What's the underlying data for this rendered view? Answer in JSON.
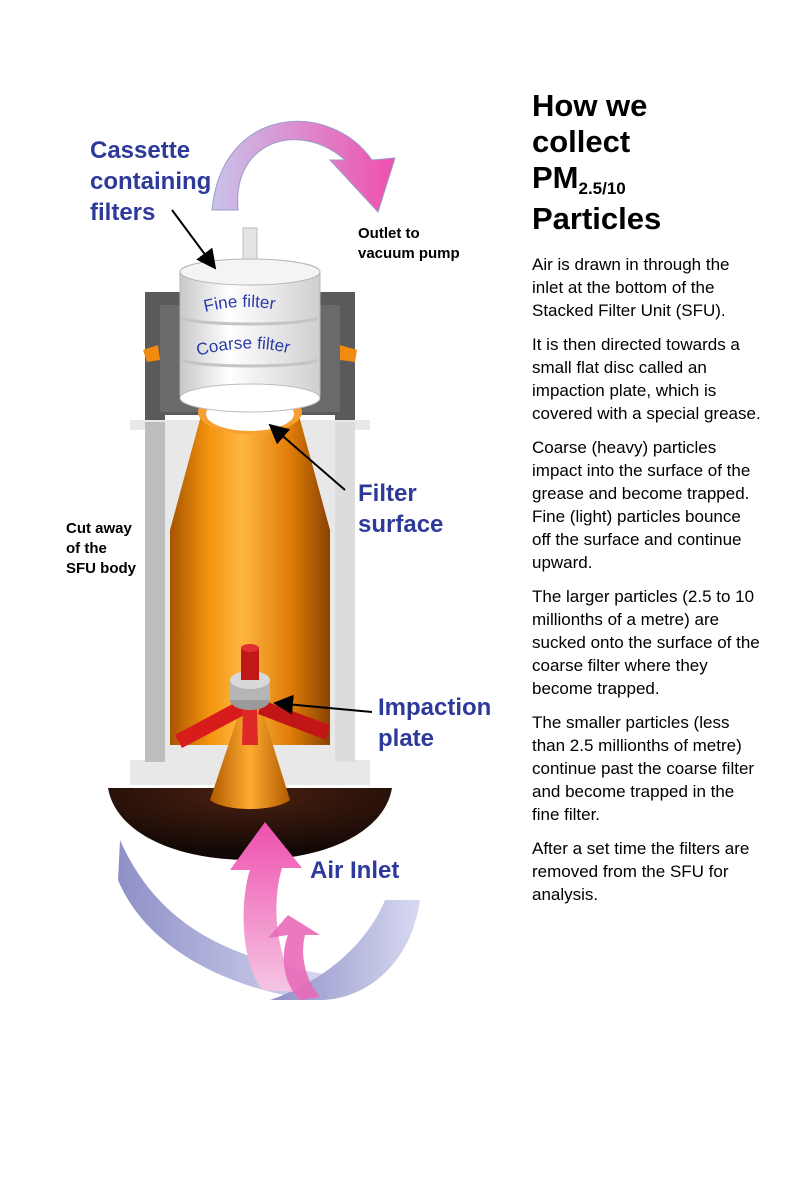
{
  "title": {
    "line1": "How we",
    "line2": "collect",
    "line3_main": "PM",
    "line3_sub": "2.5/10",
    "line4": "Particles"
  },
  "paragraphs": [
    "Air is drawn in through the inlet at the bottom of the Stacked Filter Unit (SFU).",
    "It is then directed towards a small flat disc called an impaction plate, which is covered with a special grease.",
    "Coarse (heavy) particles impact into the surface of the grease and become trapped. Fine (light) particles bounce off the surface and continue upward.",
    "The larger particles (2.5 to 10 millionths of a metre) are sucked onto the surface of the coarse filter where they become trapped.",
    "The smaller particles (less than 2.5 millionths of metre) continue past the coarse filter and become trapped in the fine filter.",
    "After a set time the filters are removed from the SFU for analysis."
  ],
  "labels": {
    "cassette": [
      "Cassette",
      "containing",
      "filters"
    ],
    "outlet": [
      "Outlet to",
      "vacuum pump"
    ],
    "fine_filter": "Fine filter",
    "coarse_filter": "Coarse filter",
    "filter_surface": [
      "Filter",
      "surface"
    ],
    "cut_away": [
      "Cut away",
      "of the",
      "SFU body"
    ],
    "impaction_plate": [
      "Impaction",
      "plate"
    ],
    "air_inlet": "Air Inlet"
  },
  "colors": {
    "label_blue": "#2e3a9a",
    "filter_text": "#2a3aa8",
    "orange": "#f08a10",
    "dark_grey": "#555555",
    "light_grey": "#e6e6e6",
    "arrow_lavender": "#a9abd8",
    "arrow_pink": "#ee5fb6",
    "base_dark": "#1d0f08",
    "impactor_red": "#d81c1c"
  }
}
